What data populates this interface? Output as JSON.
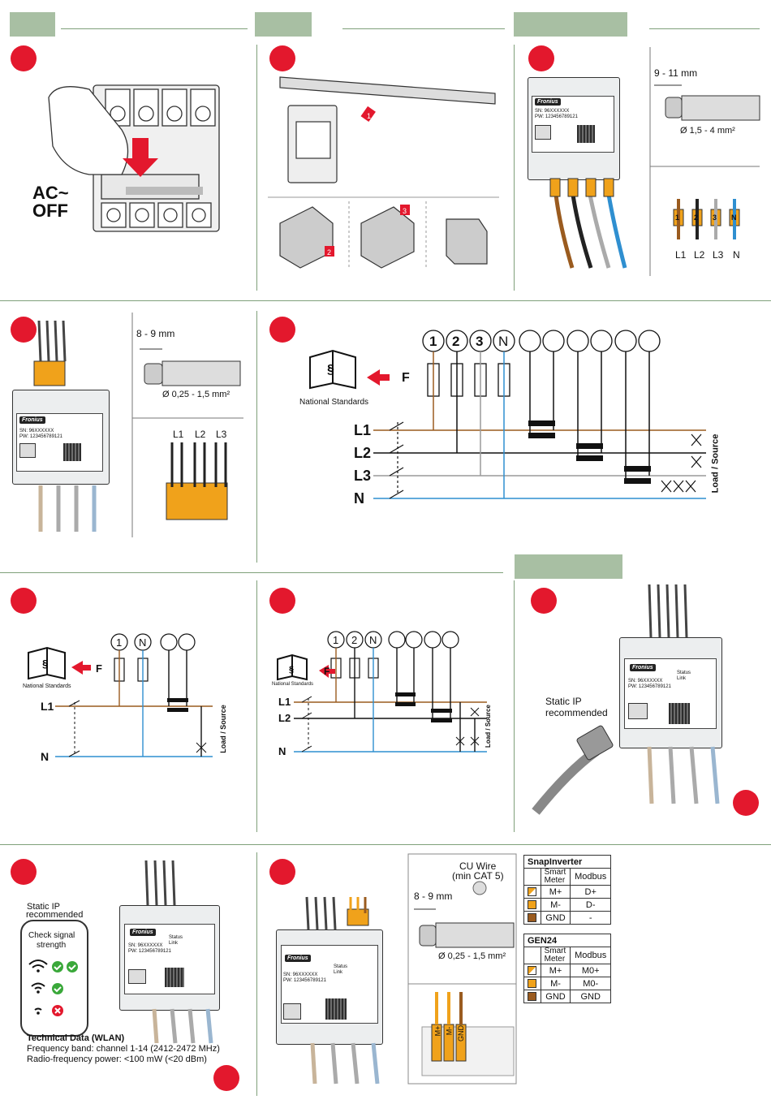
{
  "panel1": {
    "label_line1": "AC~",
    "label_line2": "OFF"
  },
  "panel2": {
    "steps": [
      "1",
      "2",
      "3"
    ]
  },
  "panel3": {
    "strip_length": "9 - 11 mm",
    "wire_size": "Ø 1,5 - 4 mm²",
    "terminals": [
      "1",
      "2",
      "3",
      "N"
    ],
    "wire_labels": [
      "L1",
      "L2",
      "L3",
      "N"
    ]
  },
  "panel4": {
    "strip_length": "8 - 9 mm",
    "wire_size": "Ø 0,25 - 1,5 mm²",
    "groups": [
      "L1",
      "L2",
      "L3"
    ]
  },
  "meter": {
    "brand": "Fronius",
    "sn": "SN: 96XXXXXX",
    "pw": "PW: 123456789121",
    "status": "Status",
    "link": "Link"
  },
  "panel5": {
    "terminals": [
      "1",
      "2",
      "3",
      "N"
    ],
    "fuse_label": "F",
    "standards": "National Standards",
    "lines": [
      "L1",
      "L2",
      "L3",
      "N"
    ],
    "load_source": "Load / Source"
  },
  "panel6": {
    "terminals": [
      "1",
      "N"
    ],
    "fuse_label": "F",
    "standards": "National Standards",
    "lines": [
      "L1",
      "N"
    ],
    "load_source": "Load / Source"
  },
  "panel7": {
    "terminals": [
      "1",
      "2",
      "N"
    ],
    "fuse_label": "F",
    "standards": "National Standards",
    "lines": [
      "L1",
      "L2",
      "N"
    ],
    "load_source": "Load / Source"
  },
  "panel8": {
    "static_ip": "Static IP recommended"
  },
  "panel9": {
    "static_ip_line1": "Static IP",
    "static_ip_line2": "recommended",
    "check_signal_line1": "Check signal",
    "check_signal_line2": "strength",
    "tech_title": "Technical Data (WLAN)",
    "tech_line1": "Frequency band: channel 1-14 (2412-2472 MHz)",
    "tech_line2": "Radio-frequency power: <100 mW (<20 dBm)"
  },
  "panel10": {
    "cu_wire_line1": "CU Wire",
    "cu_wire_line2": "(min CAT 5)",
    "strip_length": "8 - 9 mm",
    "wire_size": "Ø 0,25 - 1,5 mm²",
    "terminal_labels": [
      "M+",
      "M-",
      "GND"
    ],
    "snap": {
      "title": "SnapInverter",
      "col1_line1": "Smart",
      "col1_line2": "Meter",
      "col2": "Modbus",
      "rows": [
        {
          "meter": "M+",
          "modbus": "D+"
        },
        {
          "meter": "M-",
          "modbus": "D-"
        },
        {
          "meter": "GND",
          "modbus": "-"
        }
      ]
    },
    "gen24": {
      "title": "GEN24",
      "col1_line1": "Smart",
      "col1_line2": "Meter",
      "col2": "Modbus",
      "rows": [
        {
          "meter": "M+",
          "modbus": "M0+"
        },
        {
          "meter": "M-",
          "modbus": "M0-"
        },
        {
          "meter": "GND",
          "modbus": "GND"
        }
      ]
    }
  },
  "colors": {
    "accent": "#e3182d",
    "header": "#a8bfa3",
    "rule": "#7fa07a",
    "orange": "#f0a21b",
    "brown": "#9a5b1f",
    "blue": "#2f8fd0",
    "grey": "#9a9a9a"
  }
}
